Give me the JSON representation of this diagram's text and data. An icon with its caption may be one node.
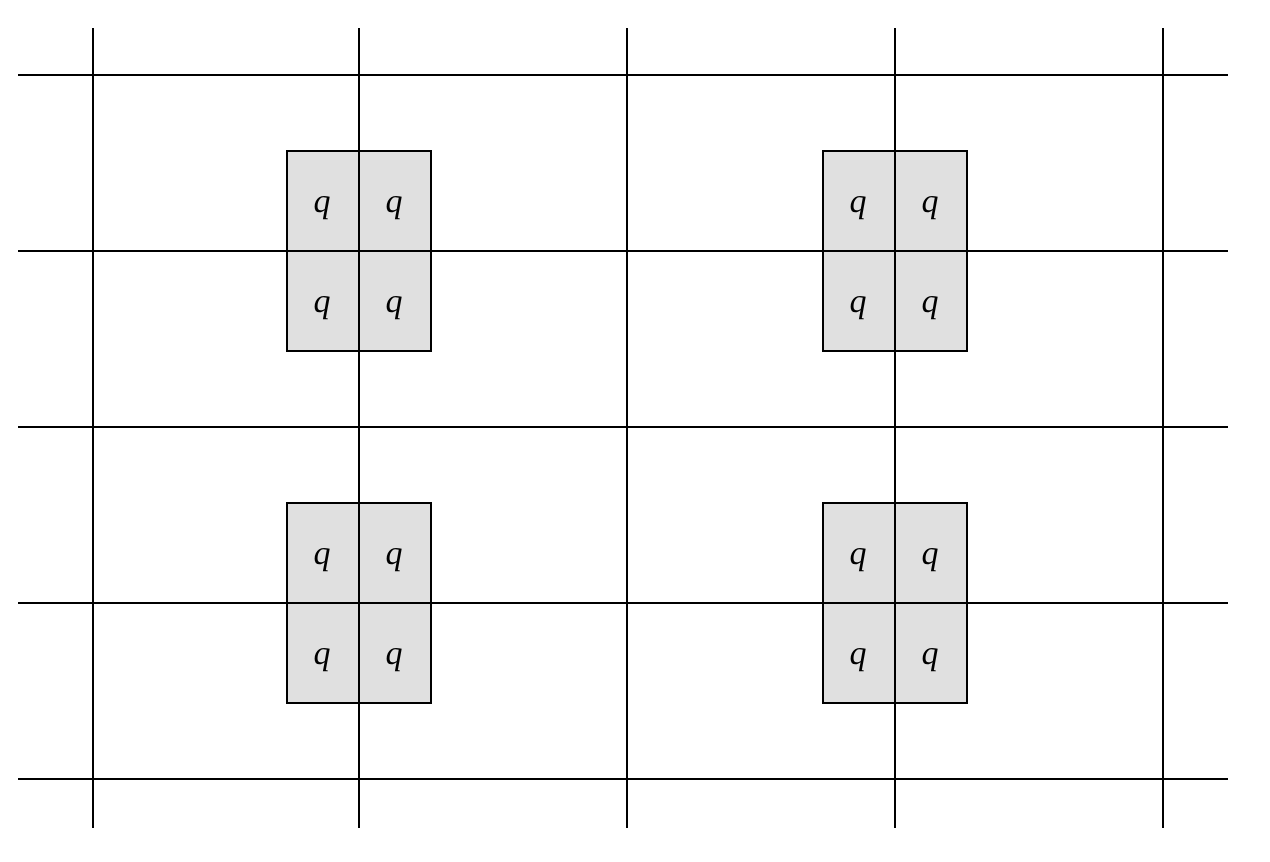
{
  "diagram": {
    "nodes": [
      {
        "text": [
          "q",
          "q",
          "q",
          "q"
        ]
      },
      {
        "text": [
          "q",
          "q",
          "q",
          "q"
        ]
      },
      {
        "text": [
          "q",
          "q",
          "q",
          "q"
        ]
      },
      {
        "text": [
          "q",
          "q",
          "q",
          "q"
        ]
      }
    ]
  }
}
